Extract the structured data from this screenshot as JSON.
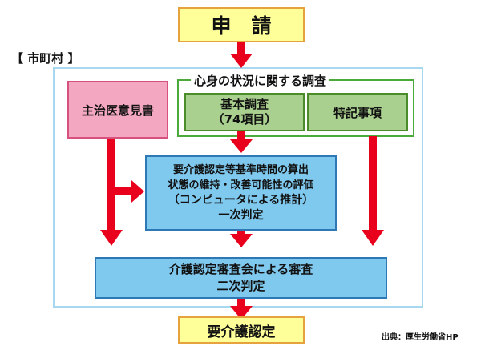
{
  "application": "申　請",
  "municipality": "【 市町村 】",
  "survey_group": "心身の状況に関する調査",
  "basic_survey": {
    "line1": "基本調査",
    "line2": "（74項目）"
  },
  "special_notes": "特記事項",
  "doctor_opinion": "主治医意見書",
  "computation": {
    "line1": "要介護認定等基準時間の算出",
    "line2": "状態の維持・改善可能性の評価",
    "line3": "（コンピュータによる推計）",
    "line4": "一次判定"
  },
  "review": {
    "line1": "介護認定審査会による審査",
    "line2": "二次判定"
  },
  "result": "要介護認定",
  "source": "出典：厚生労働省HP",
  "colors": {
    "arrow": "#e8001c",
    "frame": "#a8d8f0",
    "yellow": "#ffff99",
    "green": "#a9d08e",
    "pink": "#f4a7c0",
    "blue": "#7fc8ee"
  }
}
